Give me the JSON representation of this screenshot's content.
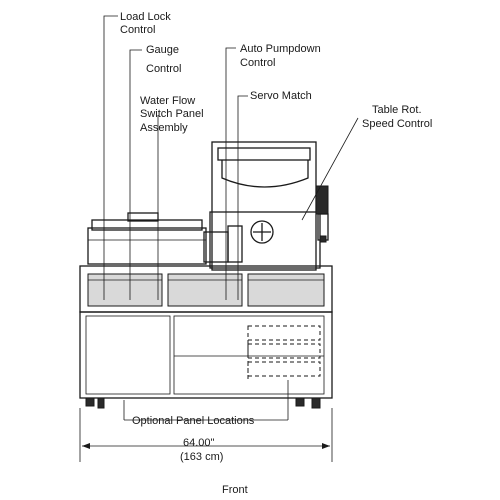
{
  "labels": {
    "load_lock_1": "Load Lock",
    "load_lock_2": "Control",
    "gauge_1": "Gauge",
    "gauge_2": "Control",
    "water_1": "Water Flow",
    "water_2": "Switch Panel",
    "water_3": "Assembly",
    "auto_1": "Auto Pumpdown",
    "auto_2": "Control",
    "servo": "Servo Match",
    "table_1": "Table Rot.",
    "table_2": "Speed Control",
    "optional": "Optional Panel Locations",
    "dim_in": "64.00\"",
    "dim_cm": "(163 cm)",
    "view": "Front"
  },
  "colors": {
    "line": "#1a1a1a",
    "panel_fill": "#d9d9d9"
  }
}
